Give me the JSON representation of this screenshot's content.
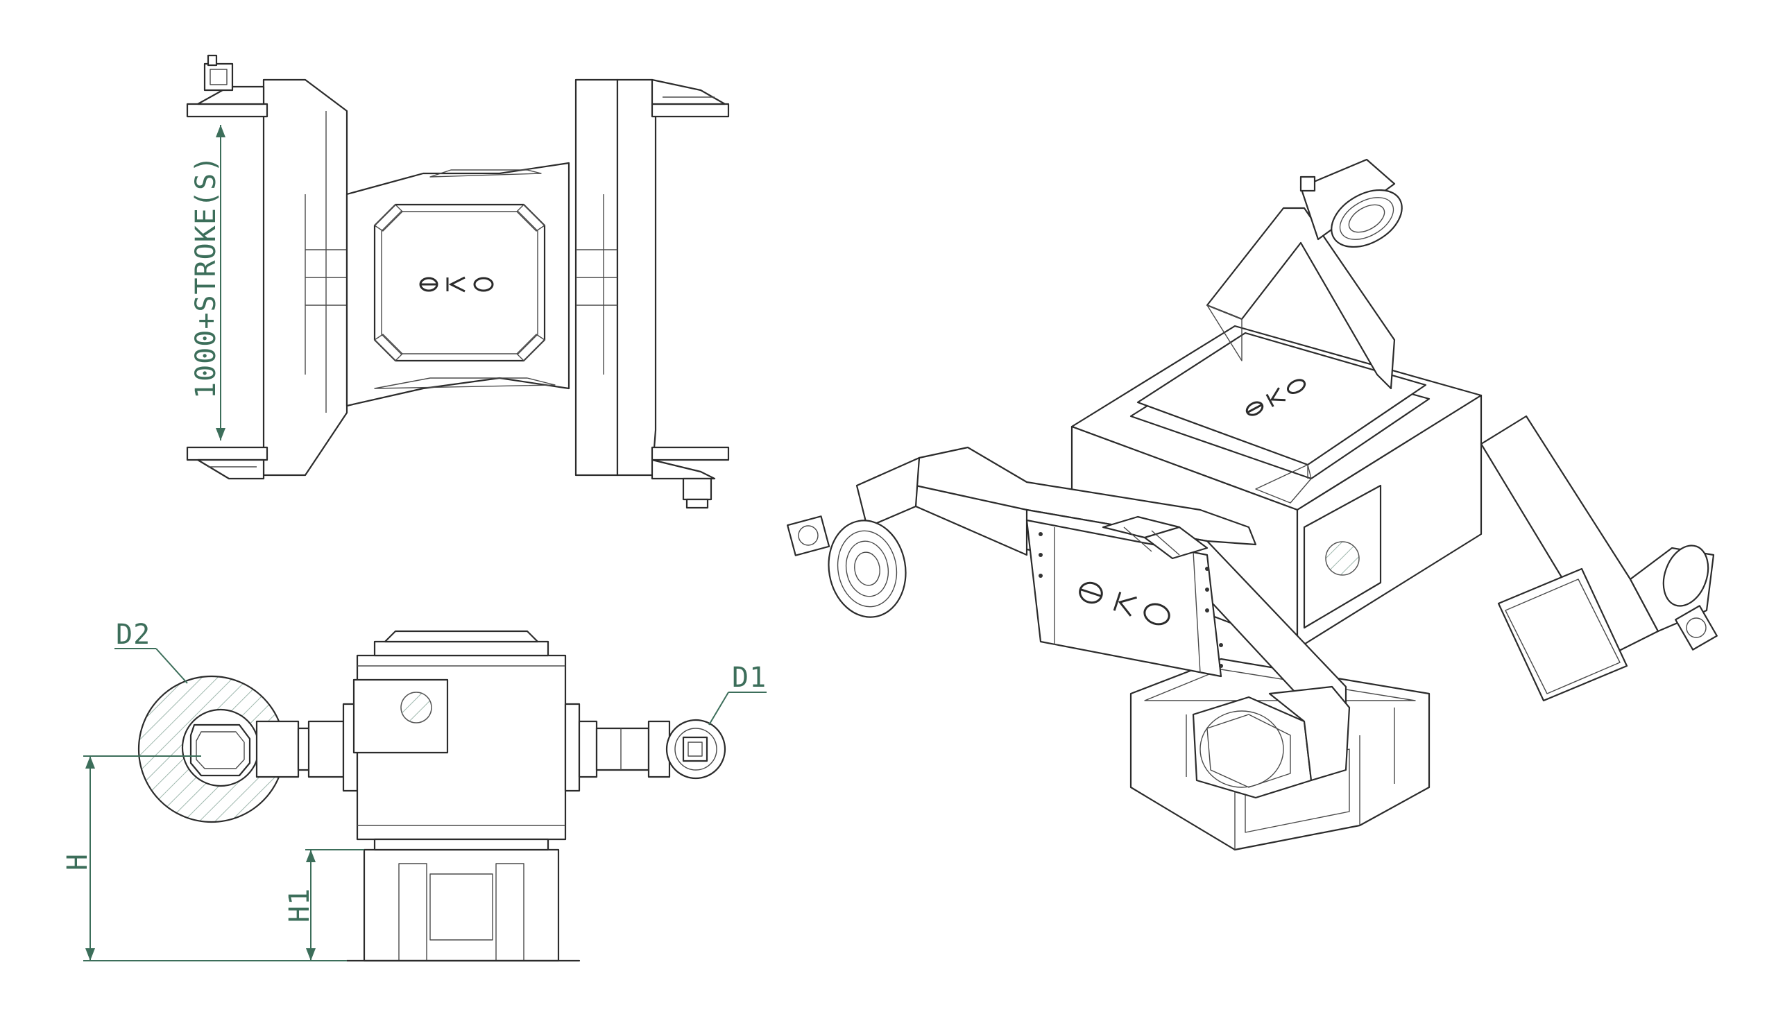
{
  "colors": {
    "line": "#2b2b2b",
    "dimension": "#3c6e5a",
    "hatch": "#9fb8ae",
    "background": "#ffffff"
  },
  "logo_text": "EKO",
  "dimensions": {
    "stroke": "1000+STROKE(S)",
    "d1": "D1",
    "d2": "D2",
    "h": "H",
    "h1": "H1"
  }
}
